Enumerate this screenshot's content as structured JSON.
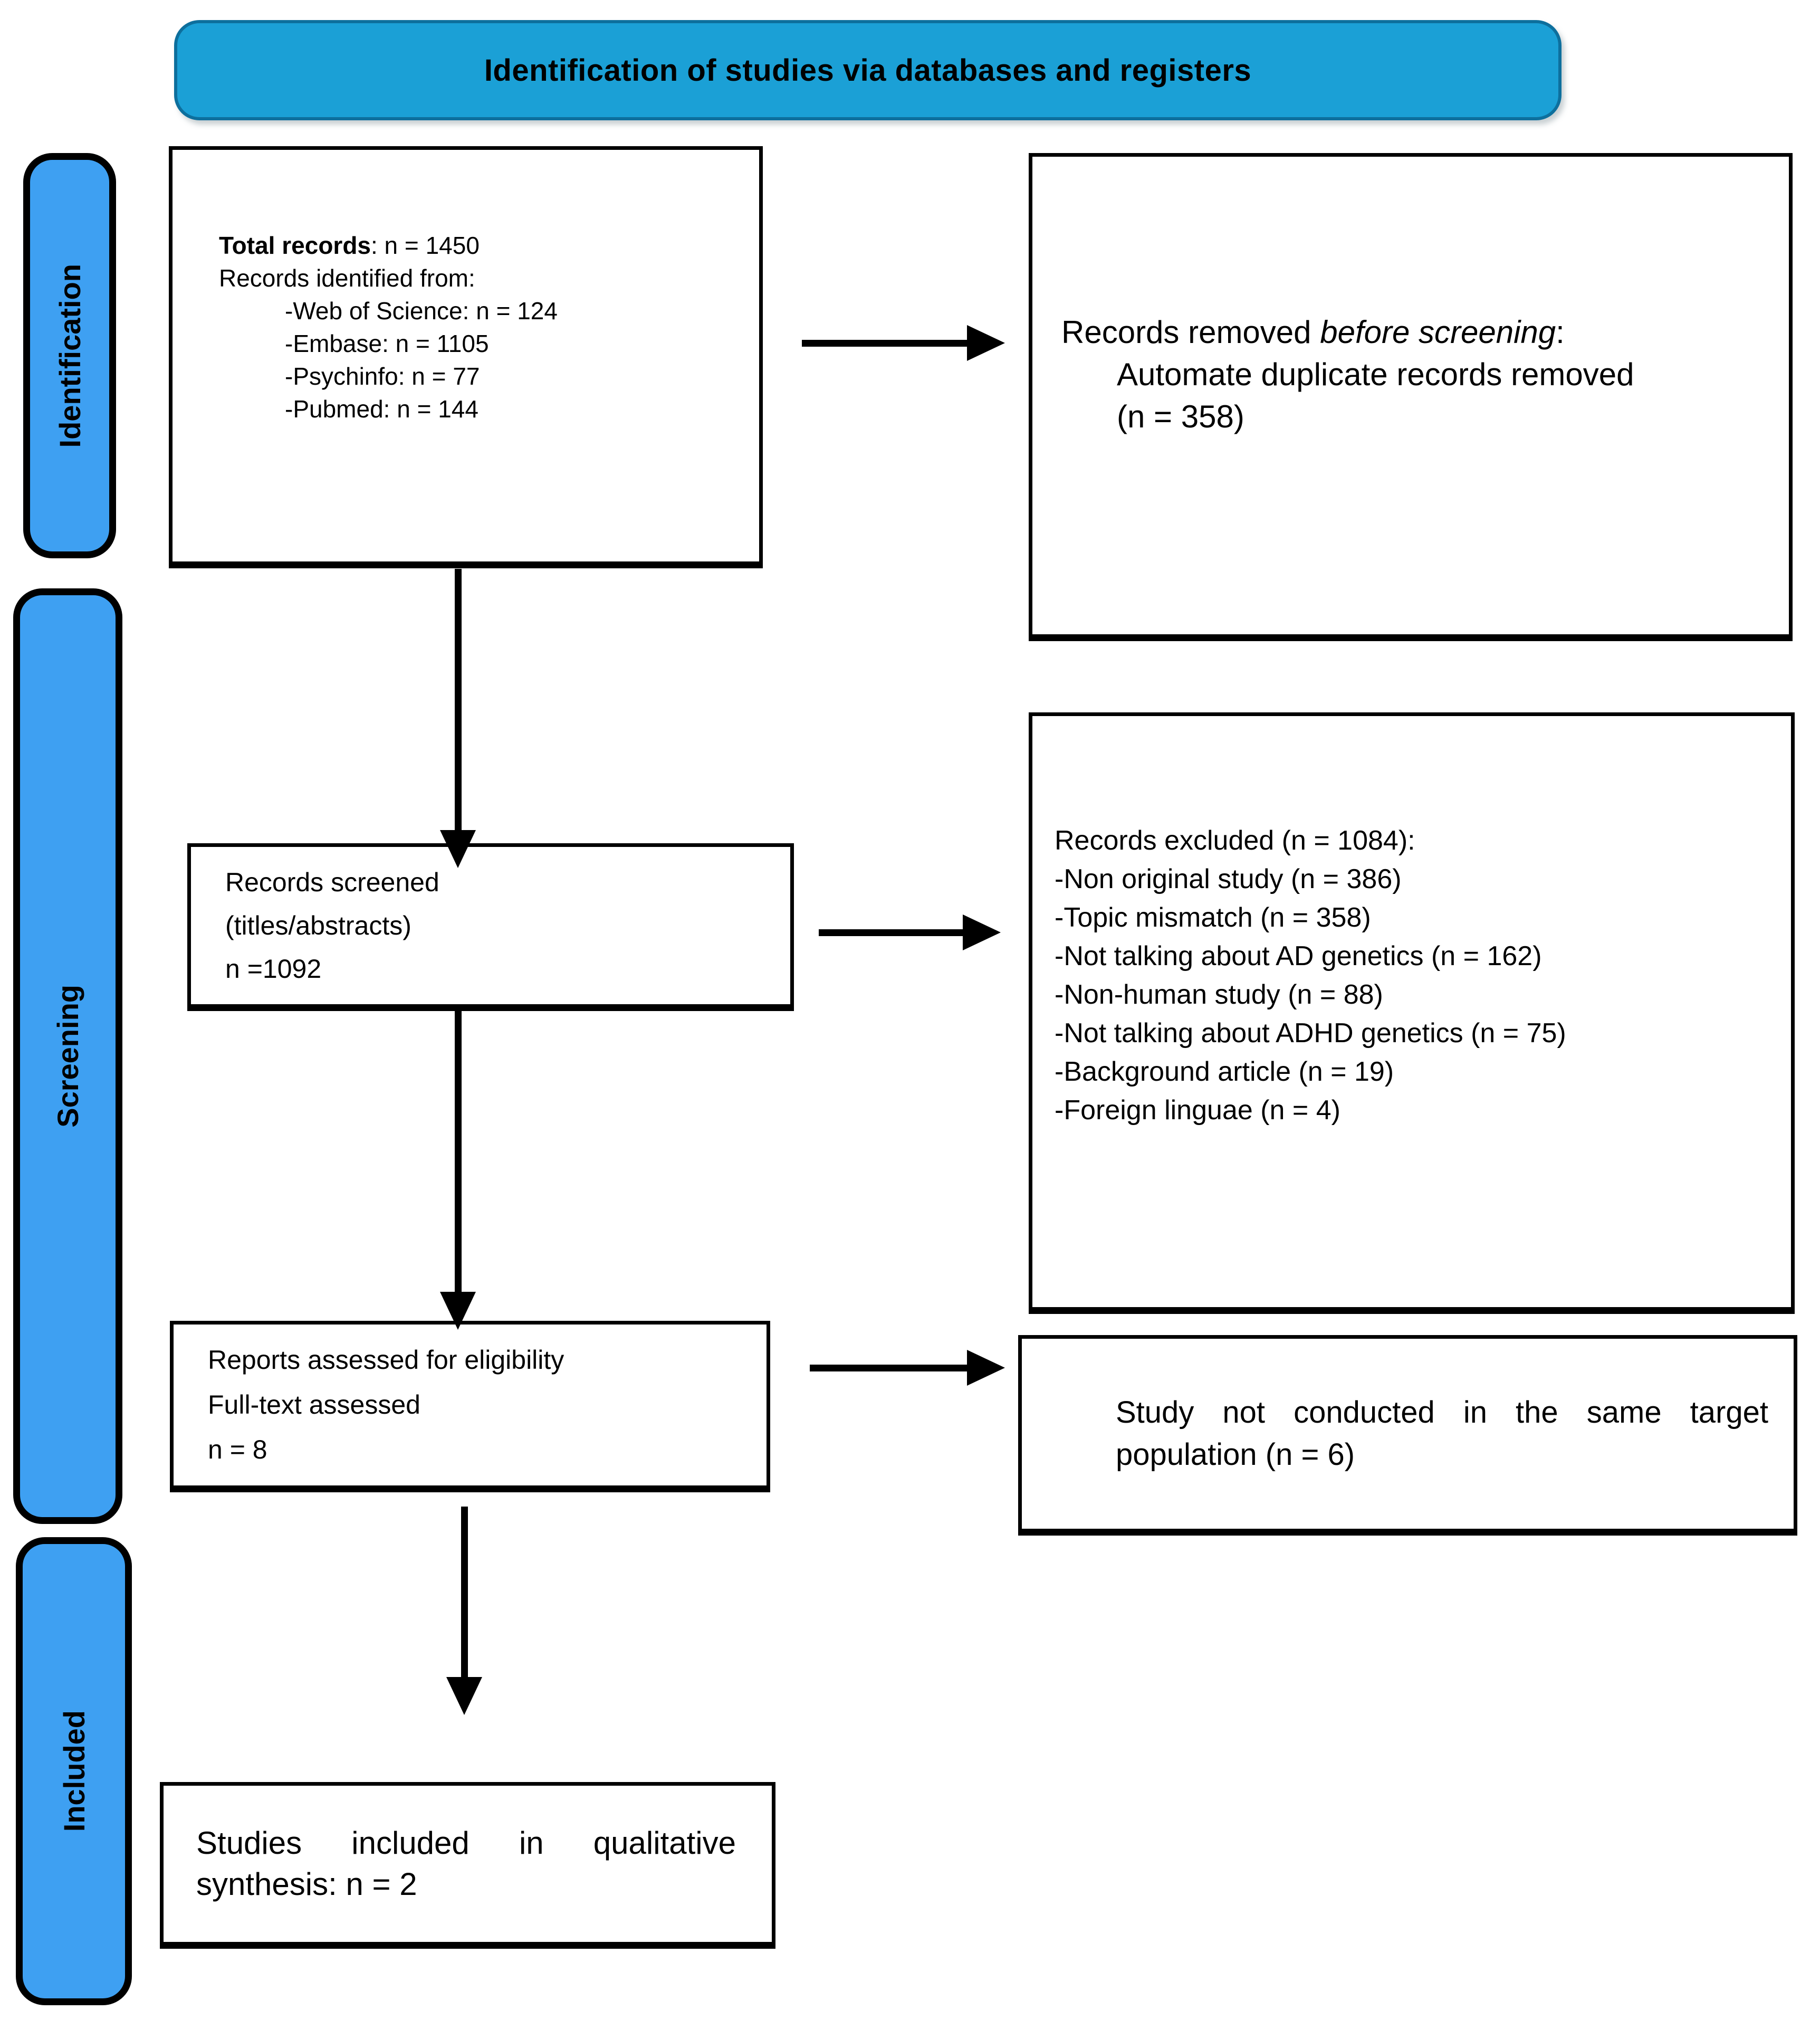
{
  "header": {
    "title": "Identification of studies via databases and registers"
  },
  "stages": [
    {
      "label": "Identification"
    },
    {
      "label": "Screening"
    },
    {
      "label": "Included"
    }
  ],
  "boxes": {
    "total_records": {
      "title_bold": "Total records",
      "title_rest": ": n = 1450",
      "subtitle": "Records identified from:",
      "items": [
        "-Web of Science: n = 124",
        "-Embase: n = 1105",
        "-Psychinfo: n = 77",
        "-Pubmed: n = 144"
      ]
    },
    "records_removed": {
      "lead": "Records removed ",
      "emphasis": "before screening",
      "tail": ":",
      "lines": [
        "Automate duplicate records removed",
        "(n = 358)"
      ]
    },
    "records_screened": {
      "lines": [
        "Records screened",
        "(titles/abstracts)",
        "n =1092"
      ]
    },
    "records_excluded": {
      "title": "Records excluded (n = 1084):",
      "items": [
        "-Non original study (n = 386)",
        "-Topic mismatch (n = 358)",
        "-Not talking about AD genetics (n = 162)",
        "-Non-human study (n = 88)",
        "-Not talking about ADHD genetics (n = 75)",
        "-Background article (n = 19)",
        "-Foreign linguae (n = 4)"
      ]
    },
    "reports_assessed": {
      "lines": [
        "Reports assessed for eligibility",
        "Full-text assessed",
        "n = 8"
      ]
    },
    "study_not_conducted": {
      "text": "Study not conducted in the same target population (n = 6)"
    },
    "studies_included": {
      "text": "Studies included in qualitative synthesis: n = 2"
    }
  },
  "colors": {
    "header_fill": "#1BA0D6",
    "header_border": "#0D6F9D",
    "stage_fill": "#3EA0F2",
    "box_border": "#000000",
    "arrow": "#000000"
  }
}
